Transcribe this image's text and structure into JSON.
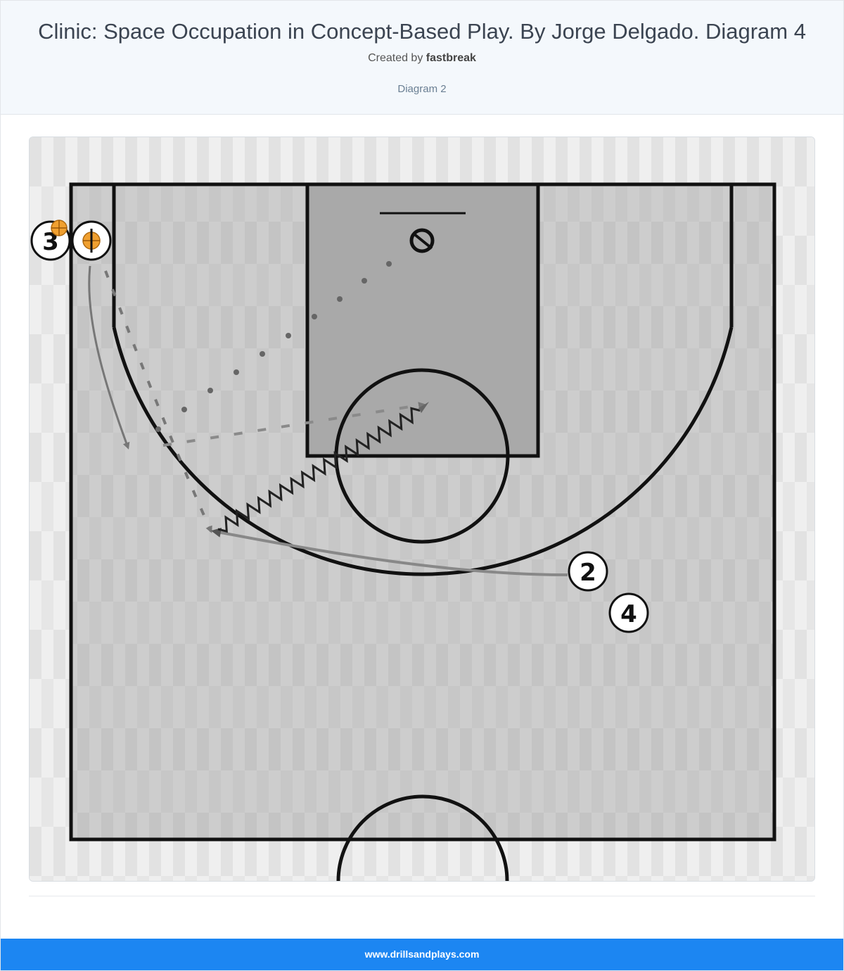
{
  "header": {
    "title": "Clinic: Space Occupation in Concept-Based Play. By Jorge Delgado. Diagram 4",
    "created_by_prefix": "Created by",
    "author": "fastbreak",
    "diagram_label": "Diagram 2"
  },
  "players": {
    "p3": "3",
    "p2": "2",
    "p4": "4"
  },
  "footer": {
    "site": "www.drillsandplays.com"
  },
  "colors": {
    "footer_bg": "#1c86f2",
    "header_bg": "#f4f8fc",
    "ball": "#f0a030"
  }
}
